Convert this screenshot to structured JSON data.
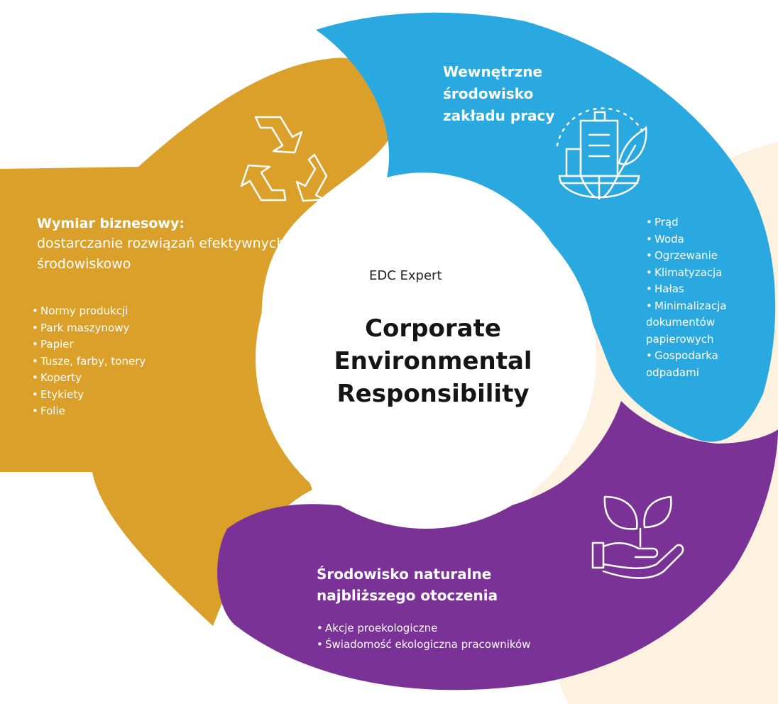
{
  "colors": {
    "mustard": "#dba02a",
    "blue": "#2aa9e0",
    "purple": "#7b3296",
    "cream": "#fdf1df",
    "center": "#ffffff",
    "text_dark": "#151515"
  },
  "center": {
    "subtitle": "EDC Expert",
    "title": "Corporate Environmental Responsibility"
  },
  "segments": {
    "business": {
      "title": "Wymiar biznesowy:",
      "subtitle": "dostarczanie rozwiązań efektywnych środowiskowo",
      "icon": "recycle-icon",
      "items": [
        "Normy produkcji",
        "Park maszynowy",
        "Papier",
        "Tusze, farby, tonery",
        "Koperty",
        "Etykiety",
        "Folie"
      ]
    },
    "workplace": {
      "title": "Wewnętrzne środowisko zakładu pracy",
      "icon": "eco-building-icon",
      "items": [
        "Prąd",
        "Woda",
        "Ogrzewanie",
        "Klimatyzacja",
        "Hałas",
        "Minimalizacja\ndokumentów\npapierowych",
        "Gospodarka\nodpadami"
      ]
    },
    "nature": {
      "title": "Środowisko naturalne najbliższego otoczenia",
      "icon": "hand-sprout-icon",
      "items": [
        "Akcje proekologiczne",
        "Świadomość ekologiczna pracowników"
      ]
    }
  }
}
